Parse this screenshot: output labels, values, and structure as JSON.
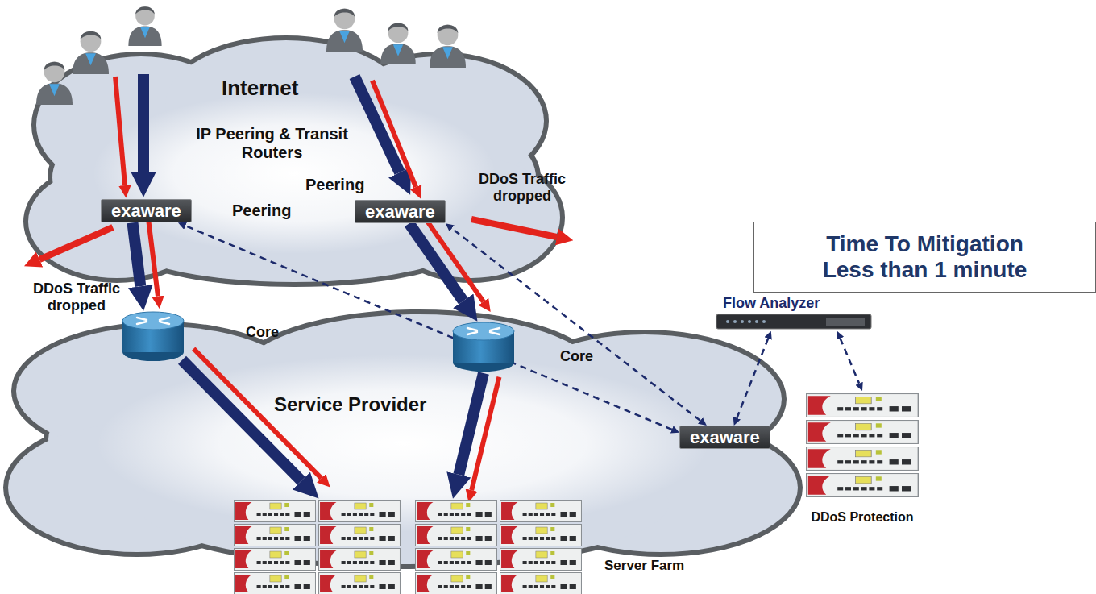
{
  "diagram": {
    "nodes": [
      {
        "text": [
          "Internet",
          "IP Peering & Transit Routers"
        ]
      },
      {
        "text": [
          "exaware",
          "Peering"
        ],
        "in": 0
      },
      {
        "text": [
          "exaware",
          "Peering"
        ],
        "in": 0
      },
      {
        "text": [
          "Time To Mitigation Less than 1 minute"
        ]
      },
      {
        "text": [
          "Flow Analyzer"
        ]
      },
      {
        "text": [
          "Service Provider"
        ]
      },
      {
        "text": [
          "Core"
        ],
        "in": 5
      },
      {
        "text": [
          "Core"
        ],
        "in": 5
      },
      {
        "text": [
          "exaware"
        ],
        "in": 5
      },
      {
        "text": [
          "DDoS Protection"
        ]
      },
      {
        "text": [
          "Server Farm"
        ]
      }
    ],
    "edges": [
      {
        "from": 1,
        "to": 6,
        "arrow": "to"
      },
      {
        "from": 2,
        "to": 7,
        "arrow": "to"
      },
      {
        "from": 6,
        "to": 10,
        "arrow": "to"
      },
      {
        "from": 7,
        "to": 10,
        "arrow": "to"
      },
      {
        "from": 8,
        "to": 1,
        "arrow": "both"
      },
      {
        "from": 8,
        "to": 2,
        "arrow": "both"
      },
      {
        "from": 4,
        "to": 8,
        "arrow": "both"
      },
      {
        "from": 4,
        "to": 9,
        "arrow": "both"
      }
    ],
    "labels": [
      "DDoS Traffic dropped",
      "DDoS Traffic dropped"
    ]
  }
}
